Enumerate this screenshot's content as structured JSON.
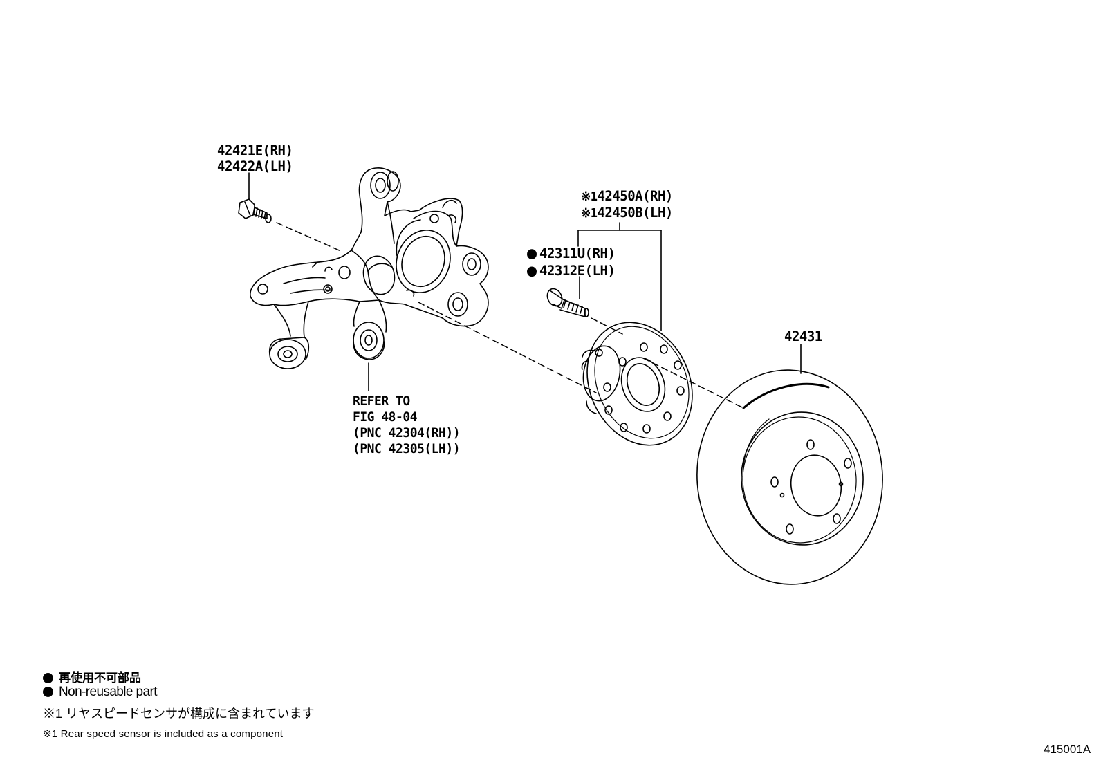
{
  "figure": {
    "illustration_id": "415001A"
  },
  "callouts": {
    "bolt": {
      "line1": "42421E(RH)",
      "line2": "42422A(LH)"
    },
    "hub_assembly": {
      "mark": "※1",
      "line1": "42450A(RH)",
      "line2": "42450B(LH)"
    },
    "hub_bolt": {
      "line1": "42311U(RH)",
      "line2": "42312E(LH)"
    },
    "disc": {
      "line1": "42431"
    },
    "knuckle_ref": {
      "line1": "REFER TO",
      "line2": "FIG 48-04",
      "line3": "(PNC 42304(RH))",
      "line4": "(PNC 42305(LH))"
    }
  },
  "legend": {
    "non_reusable_jp": "再使用不可部品",
    "non_reusable_en": "Non-reusable part",
    "note1_jp": "※1 リヤスピードセンサが構成に含まれています",
    "note1_en": "※1 Rear speed sensor is included as a component"
  }
}
